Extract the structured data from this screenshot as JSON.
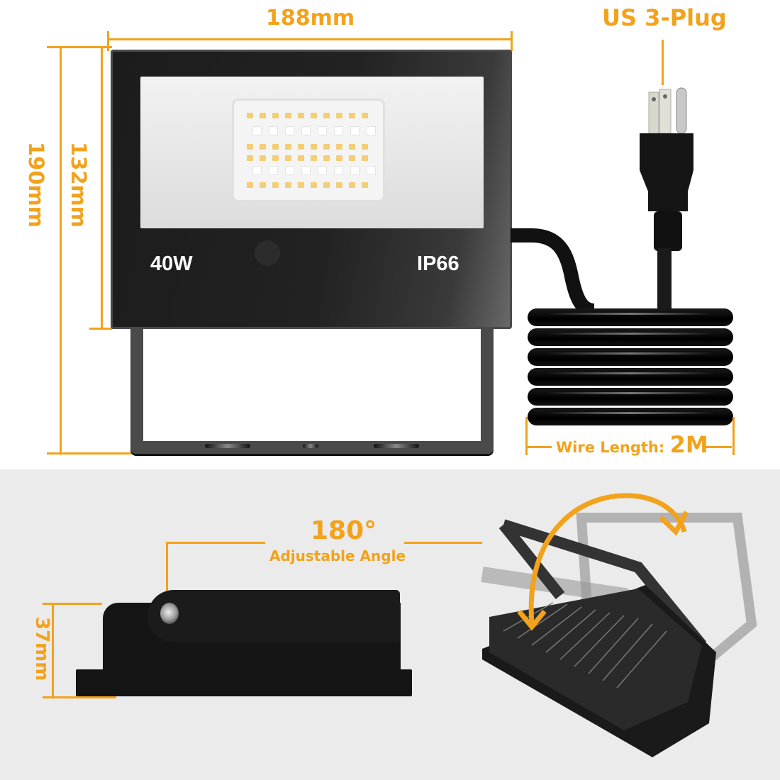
{
  "product": {
    "wattage_label": "40W",
    "ip_rating_label": "IP66"
  },
  "dimensions": {
    "width_label": "188mm",
    "total_height_label": "190mm",
    "body_height_label": "132mm",
    "depth_label": "37mm"
  },
  "plug": {
    "label": "US 3-Plug"
  },
  "wire": {
    "label_prefix": "Wire Length: ",
    "label_value": "2M"
  },
  "angle": {
    "value_label": "180°",
    "caption": "Adjustable Angle"
  },
  "colors": {
    "accent": "#F2A21B",
    "body": "#1c1c1c",
    "bottom_background": "#ebebeb"
  }
}
